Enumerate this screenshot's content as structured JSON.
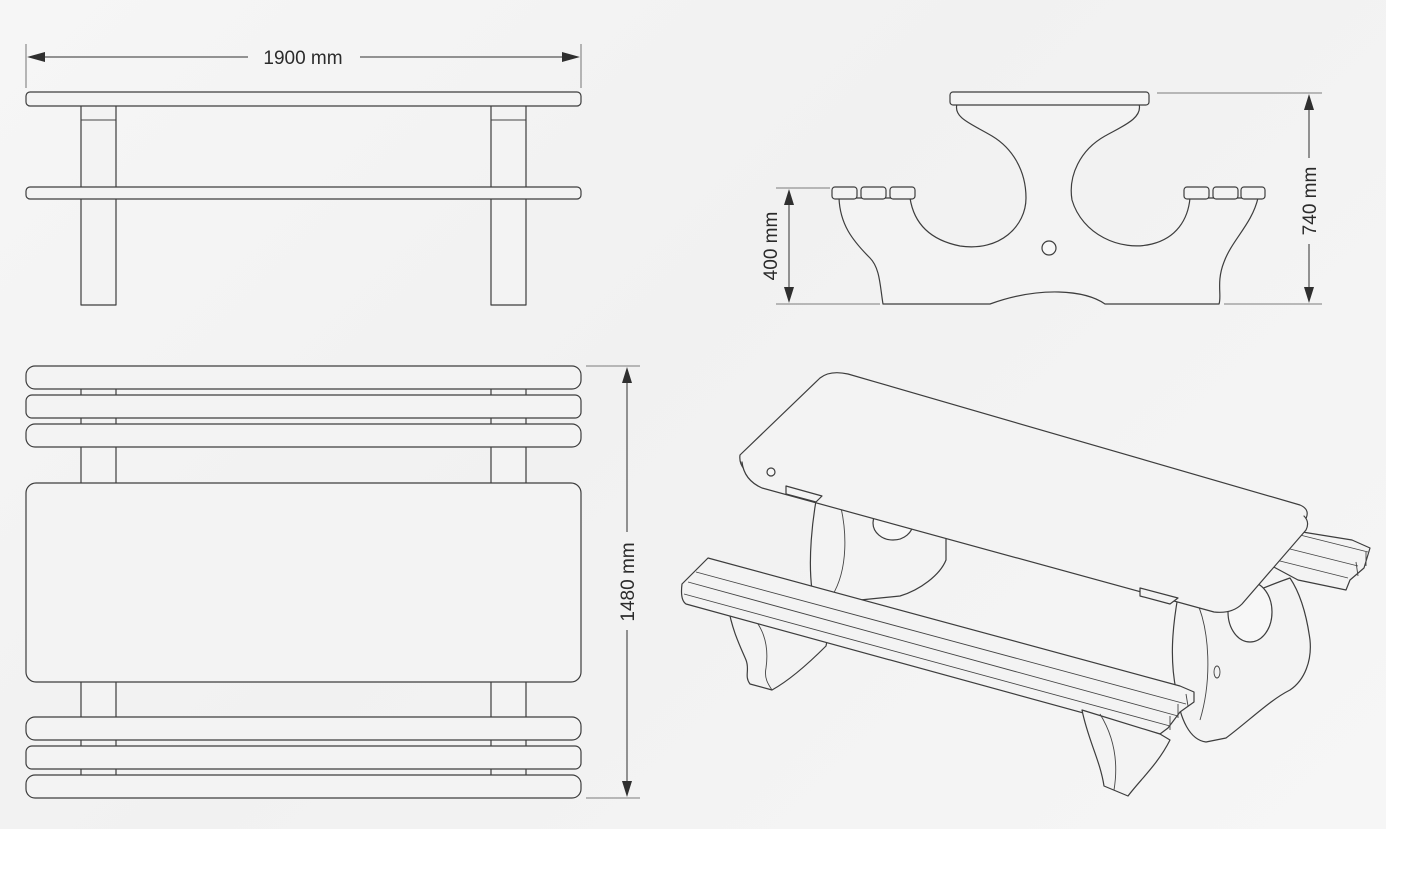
{
  "dimensions": {
    "length": "1900 mm",
    "total_height": "740 mm",
    "seat_height": "400 mm",
    "total_width": "1480 mm"
  },
  "views": [
    "side-elevation",
    "end-elevation",
    "plan-view",
    "isometric-view"
  ],
  "colors": {
    "background": "#f3f3f3",
    "line": "#3d3d3d",
    "part_fill": "#f3f3f3"
  }
}
